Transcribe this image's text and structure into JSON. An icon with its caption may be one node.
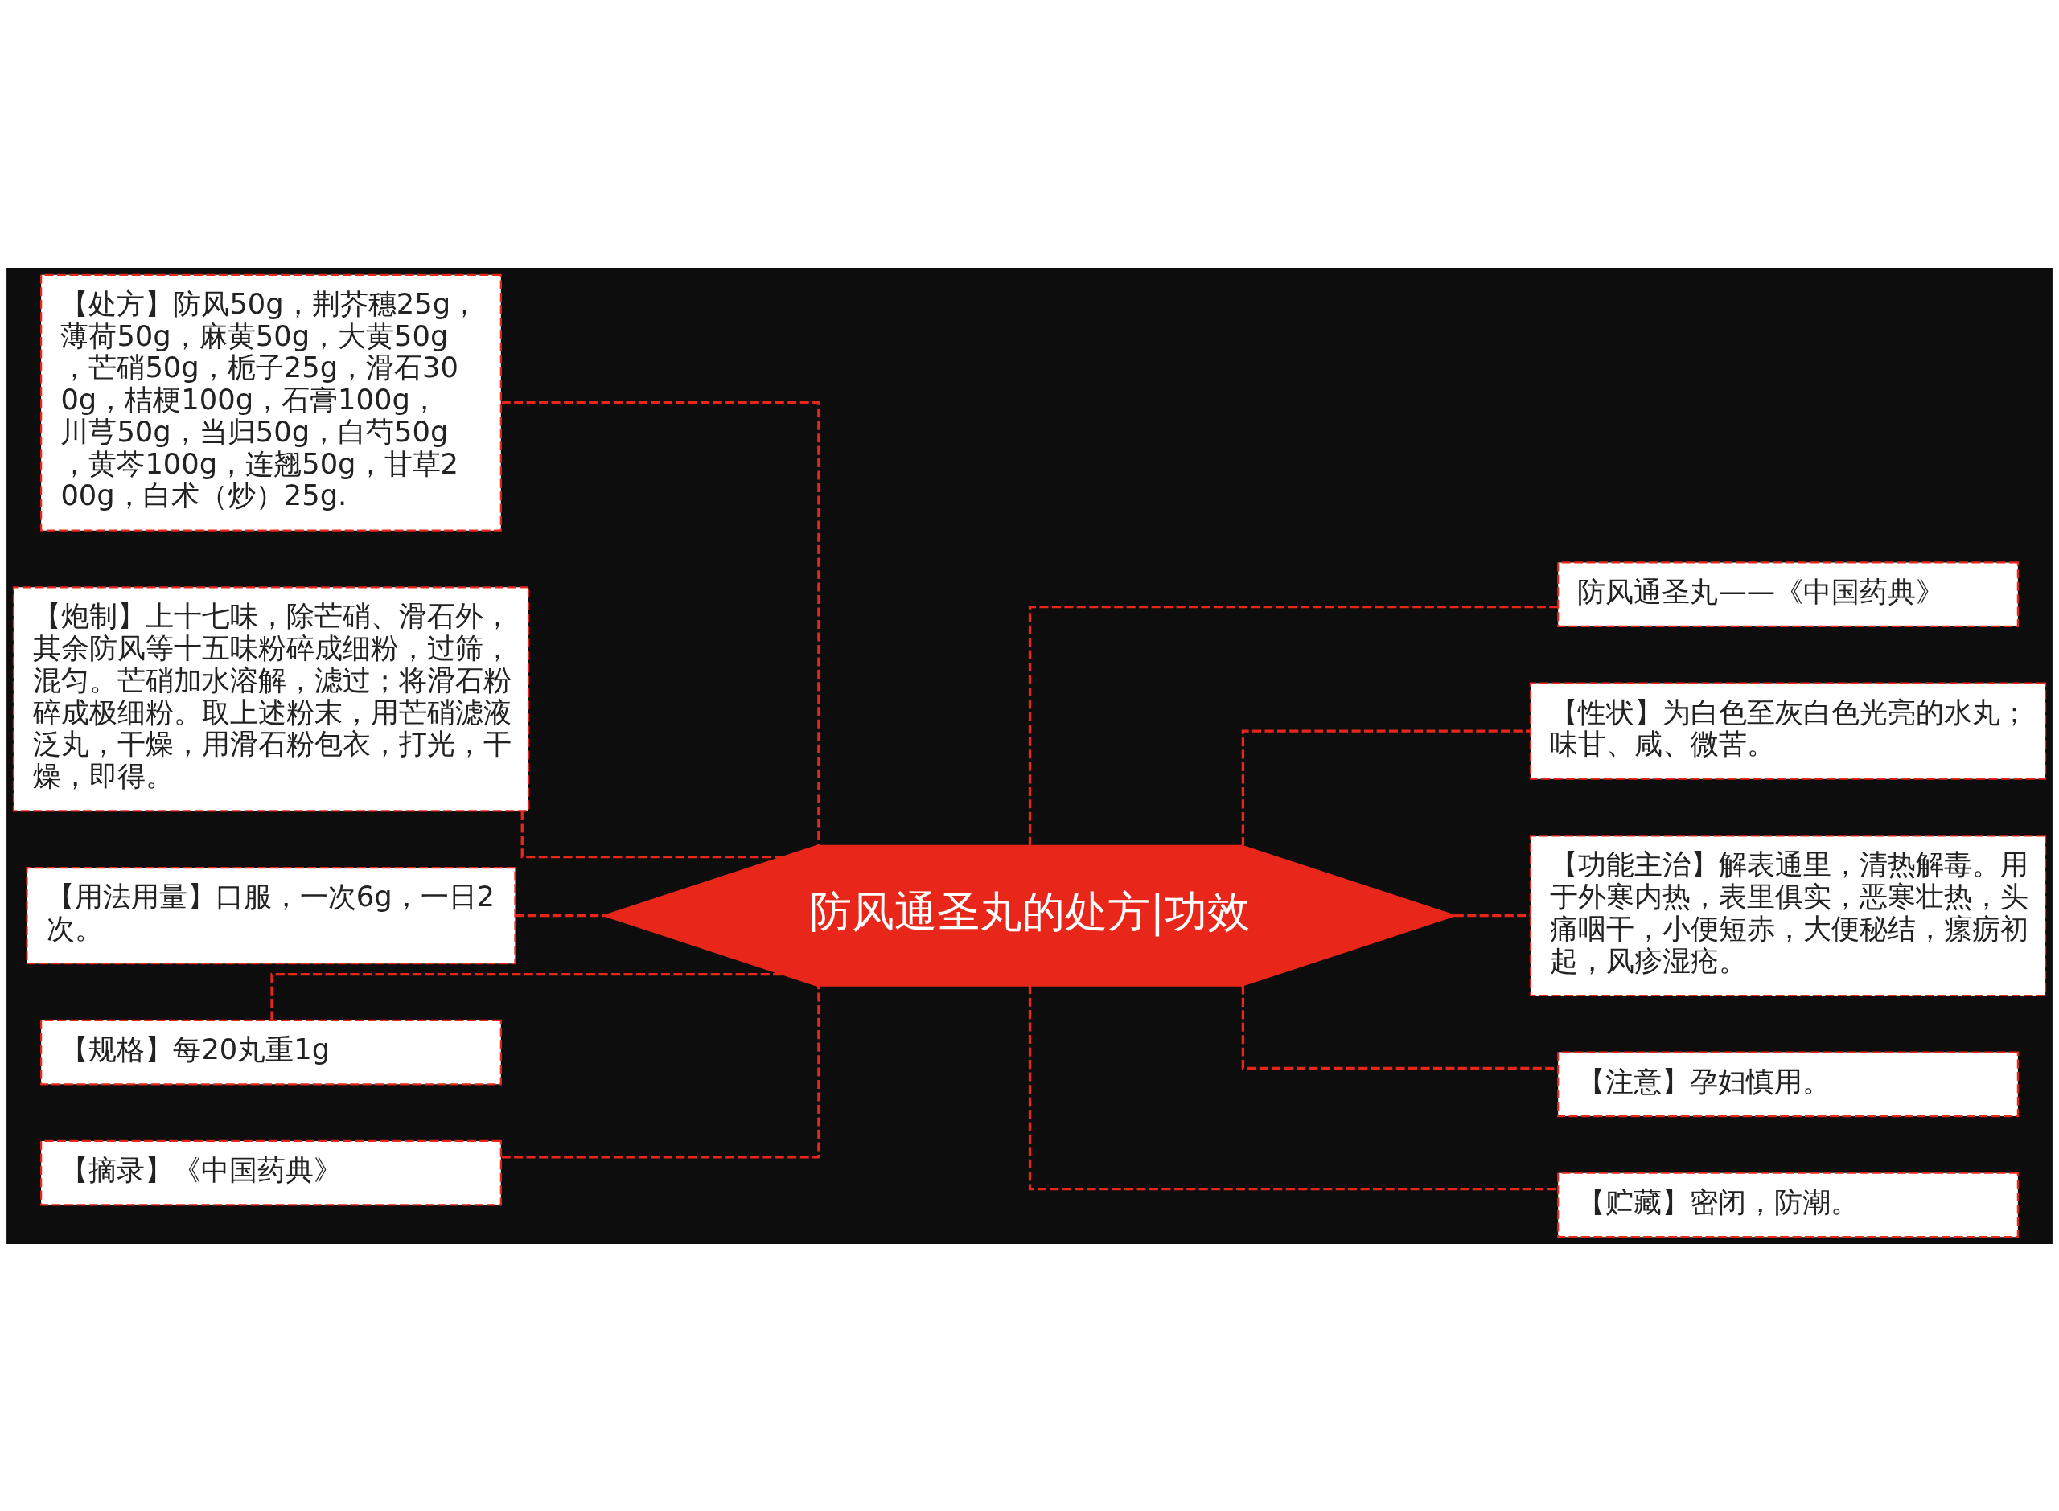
{
  "diagram": {
    "nodes": [
      {
        "text": [
          "防风通圣丸的处方|功效"
        ]
      },
      {
        "text": [
          "【处方】防风50g，荆芥穗25g，薄荷50g，麻黄50g，大黄50g，芒硝50g，栀子25g，滑石300g，桔梗100g，石膏100g，川芎50g，当归50g，白芍50g，黄芩100g，连翘50g，甘草200g，白术（炒）25g."
        ]
      },
      {
        "text": [
          "【炮制】上十七味，除芒硝、滑石外，其余防风等十五味粉碎成细粉，过筛，混匀。芒硝加水溶解，滤过；将滑石粉碎成极细粉。取上述粉末，用芒硝滤液泛丸，干燥，用滑石粉包衣，打光，干燥，即得。"
        ]
      },
      {
        "text": [
          "【用法用量】口服，一次6g，一日2次。"
        ]
      },
      {
        "text": [
          "【规格】每20丸重1g"
        ]
      },
      {
        "text": [
          "【摘录】《中国药典》"
        ]
      },
      {
        "text": [
          "防风通圣丸——《中国药典》"
        ]
      },
      {
        "text": [
          "【性状】为白色至灰白色光亮的水丸；味甘、咸、微苦。"
        ]
      },
      {
        "text": [
          "【功能主治】解表通里，清热解毒。用于外寒内热，表里俱实，恶寒壮热，头痛咽干，小便短赤，大便秘结，瘰疬初起，风疹湿疮。"
        ]
      },
      {
        "text": [
          "【注意】孕妇慎用。"
        ]
      },
      {
        "text": [
          "【贮藏】密闭，防潮。"
        ]
      }
    ],
    "edges": [
      {
        "from": 1,
        "to": 0,
        "arrow": "none",
        "style": "dashed"
      },
      {
        "from": 2,
        "to": 0,
        "arrow": "none",
        "style": "dashed"
      },
      {
        "from": 3,
        "to": 0,
        "arrow": "none",
        "style": "dashed"
      },
      {
        "from": 4,
        "to": 0,
        "arrow": "none",
        "style": "dashed"
      },
      {
        "from": 5,
        "to": 0,
        "arrow": "none",
        "style": "dashed"
      },
      {
        "from": 0,
        "to": 6,
        "arrow": "none",
        "style": "dashed"
      },
      {
        "from": 0,
        "to": 7,
        "arrow": "none",
        "style": "dashed"
      },
      {
        "from": 0,
        "to": 8,
        "arrow": "none",
        "style": "dashed"
      },
      {
        "from": 0,
        "to": 9,
        "arrow": "none",
        "style": "dashed"
      },
      {
        "from": 0,
        "to": 10,
        "arrow": "none",
        "style": "dashed"
      }
    ]
  }
}
